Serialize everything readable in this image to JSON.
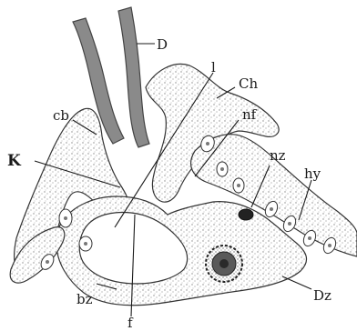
{
  "figure": {
    "labels": {
      "D": "D",
      "l": "l",
      "Ch": "Ch",
      "nf": "nf",
      "cb": "cb",
      "nz": "nz",
      "K": "K",
      "hy": "hy",
      "bz": "bz",
      "Dz": "Dz",
      "f": "f"
    },
    "colors": {
      "ink": "#1a1a1a",
      "stipple": "#7a7a7a",
      "tube": "#555555",
      "nucleus": "#3a3a3a",
      "paper": "#ffffff"
    }
  }
}
